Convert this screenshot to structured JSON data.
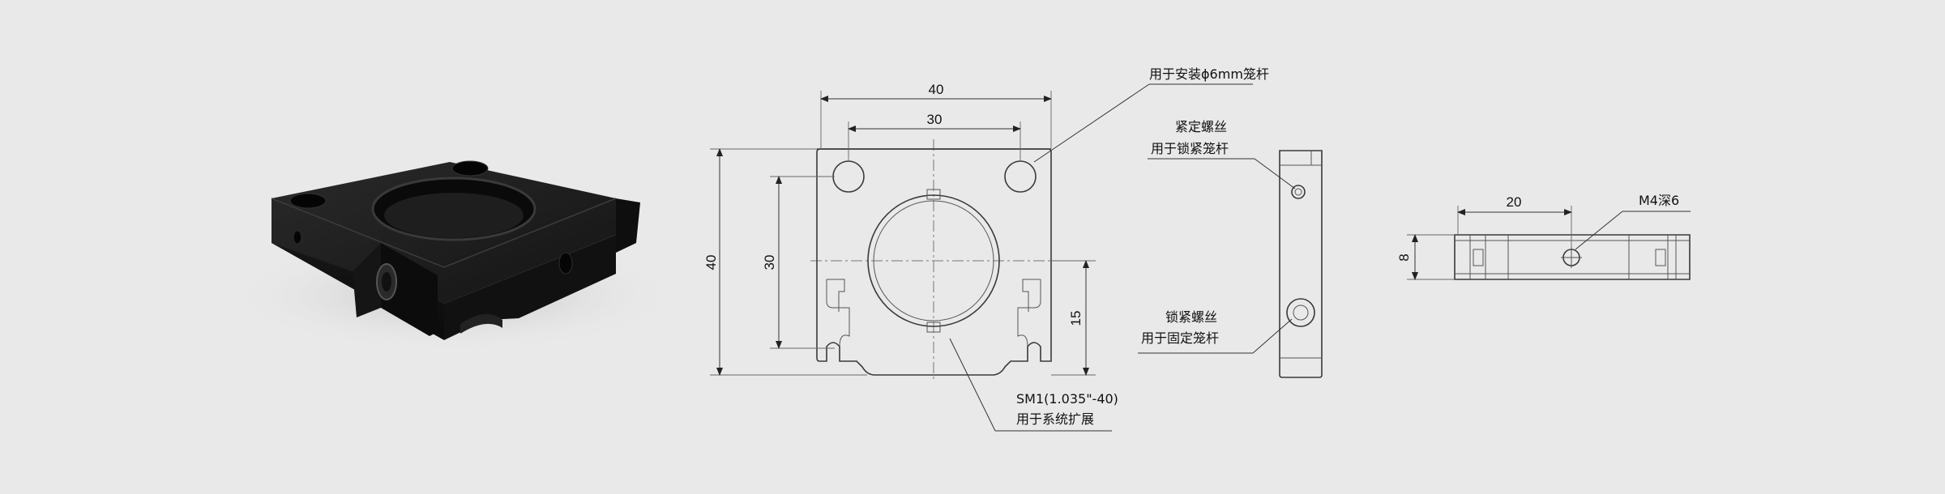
{
  "dims": {
    "front_width_outer": "40",
    "front_width_inner": "30",
    "front_height_outer": "40",
    "front_height_inner": "30",
    "front_height_slot": "15",
    "top_width": "20",
    "top_height": "8"
  },
  "notes": {
    "cage_rod_hole": "用于安装ϕ6mm笼杆",
    "sm1_line1": "SM1(1.035\"-40)",
    "sm1_line2": "用于系统扩展",
    "set_screw_line1": "紧定螺丝",
    "set_screw_line2": "用于锁紧笼杆",
    "lock_screw_line1": "锁紧螺丝",
    "lock_screw_line2": "用于固定笼杆",
    "tapped_hole": "M4深6"
  },
  "colors": {
    "background": "#e9e9e9",
    "line": "#3a3a3a",
    "part_body": "#1a1a1a"
  }
}
